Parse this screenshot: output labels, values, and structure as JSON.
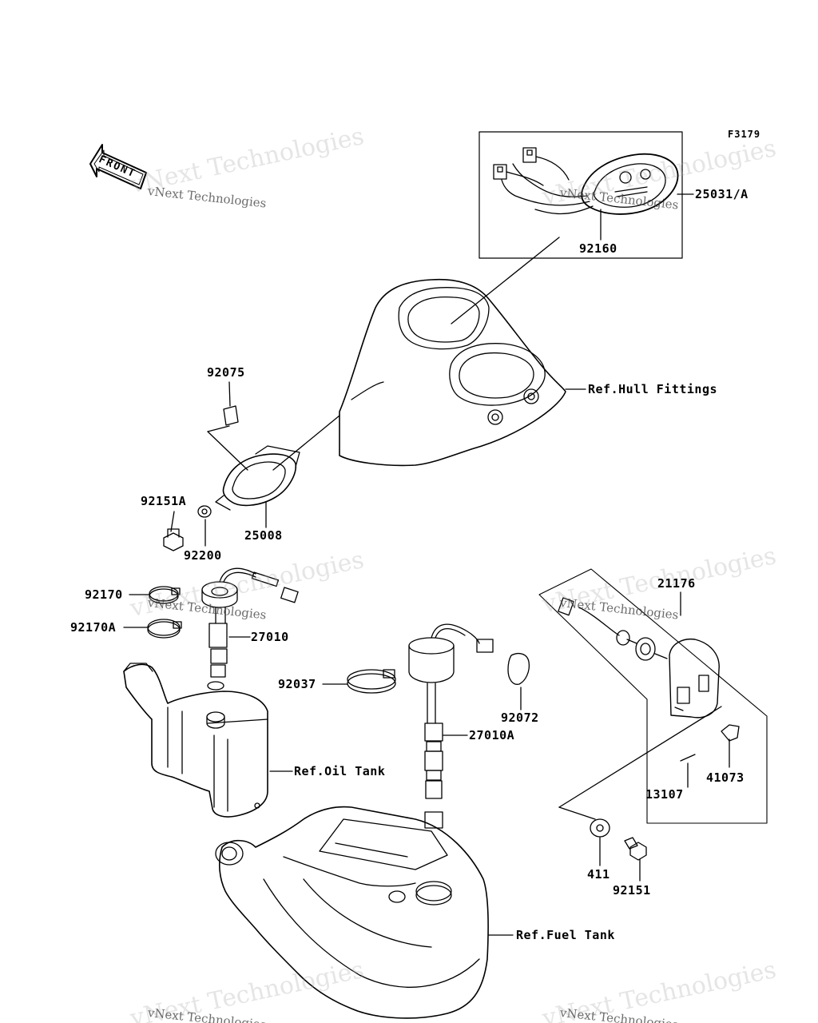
{
  "diagram": {
    "figure_code": "F3179",
    "front_label": "FRONT",
    "watermark_text": "vNext Technologies",
    "parts": [
      {
        "id": "p-25031a",
        "label": "25031/A"
      },
      {
        "id": "p-92160",
        "label": "92160"
      },
      {
        "id": "p-hull",
        "label": "Ref.Hull Fittings"
      },
      {
        "id": "p-92075",
        "label": "92075"
      },
      {
        "id": "p-92151a",
        "label": "92151A"
      },
      {
        "id": "p-25008",
        "label": "25008"
      },
      {
        "id": "p-92200",
        "label": "92200"
      },
      {
        "id": "p-92170",
        "label": "92170"
      },
      {
        "id": "p-92170a",
        "label": "92170A"
      },
      {
        "id": "p-27010",
        "label": "27010"
      },
      {
        "id": "p-92037",
        "label": "92037"
      },
      {
        "id": "p-92072",
        "label": "92072"
      },
      {
        "id": "p-27010a",
        "label": "27010A"
      },
      {
        "id": "p-oiltank",
        "label": "Ref.Oil Tank"
      },
      {
        "id": "p-21176",
        "label": "21176"
      },
      {
        "id": "p-41073",
        "label": "41073"
      },
      {
        "id": "p-13107",
        "label": "13107"
      },
      {
        "id": "p-411",
        "label": "411"
      },
      {
        "id": "p-92151",
        "label": "92151"
      },
      {
        "id": "p-fueltank",
        "label": "Ref.Fuel Tank"
      }
    ]
  }
}
